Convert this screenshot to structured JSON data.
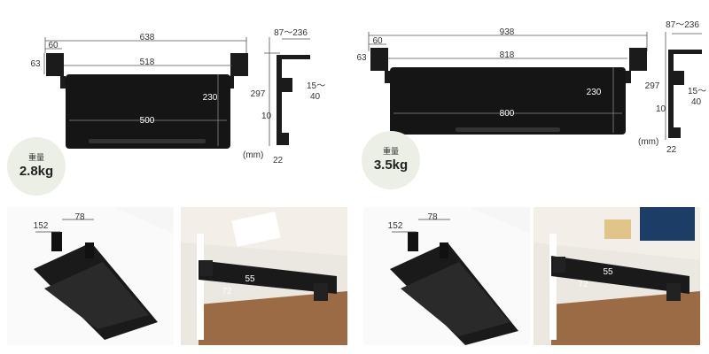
{
  "left": {
    "dims": {
      "total_width": "638",
      "clamp_w": "60",
      "clamp_h": "63",
      "inner_width": "518",
      "tray_width": "500",
      "tray_depth": "230",
      "height": "297",
      "clamp_range": "87～236",
      "thickness": "15～",
      "thickness2": "40",
      "gap": "10",
      "base": "22",
      "unit": "(mm)"
    },
    "weight_label": "重量",
    "weight_value": "2.8kg"
  },
  "right": {
    "dims": {
      "total_width": "938",
      "clamp_w": "60",
      "clamp_h": "63",
      "inner_width": "818",
      "tray_width": "800",
      "tray_depth": "230",
      "height": "297",
      "clamp_range": "87～236",
      "thickness": "15～",
      "thickness2": "40",
      "gap": "10",
      "base": "22",
      "unit": "(mm)"
    },
    "weight_label": "重量",
    "weight_value": "3.5kg"
  },
  "photos": [
    {
      "labels": [
        "152",
        "78"
      ]
    },
    {
      "labels": [
        "55",
        "72"
      ]
    },
    {
      "labels": [
        "152",
        "78"
      ]
    },
    {
      "labels": [
        "55",
        "72"
      ]
    }
  ],
  "colors": {
    "tray": "#151515",
    "badge": "#ecefe6",
    "dim_line": "#555555"
  }
}
